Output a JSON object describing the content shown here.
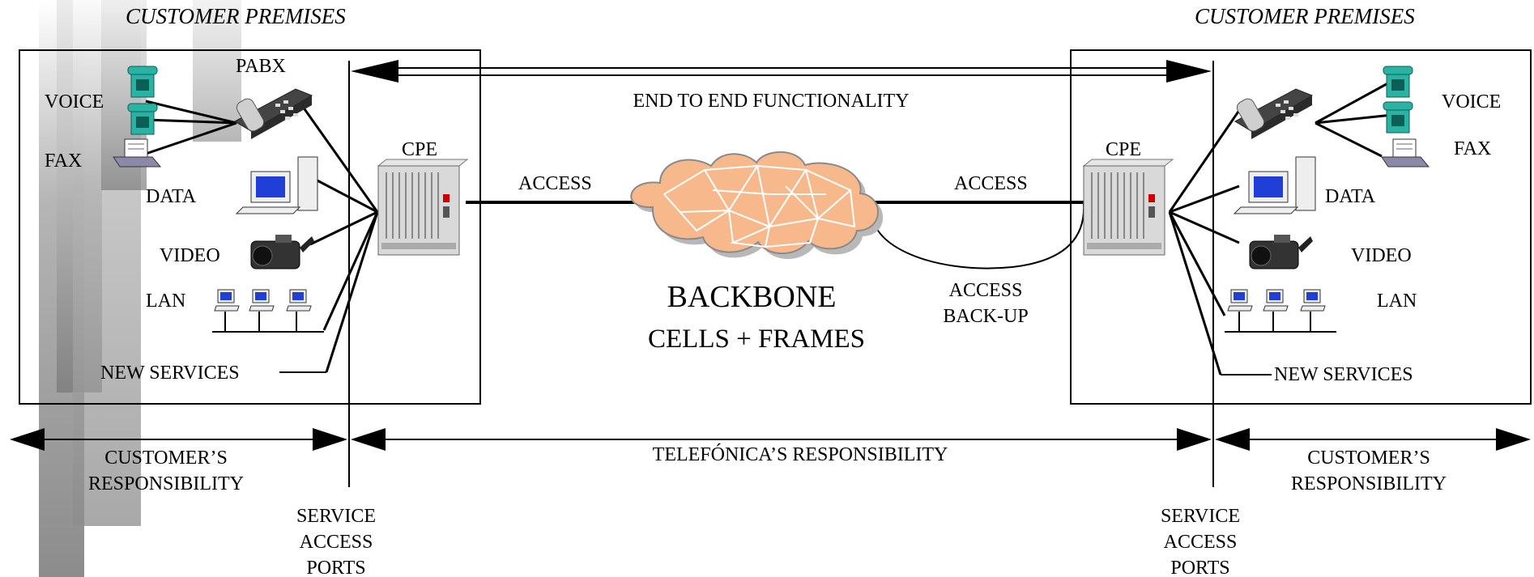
{
  "left": {
    "premises_title": "CUSTOMER PREMISES",
    "pabx": "PABX",
    "voice": "VOICE",
    "fax": "FAX",
    "data": "DATA",
    "video": "VIDEO",
    "lan": "LAN",
    "new_services": "NEW SERVICES",
    "cpe": "CPE",
    "access": "ACCESS",
    "responsibility_line1": "CUSTOMER’S",
    "responsibility_line2": "RESPONSIBILITY",
    "sap_line1": "SERVICE",
    "sap_line2": "ACCESS",
    "sap_line3": "PORTS"
  },
  "right": {
    "premises_title": "CUSTOMER PREMISES",
    "voice": "VOICE",
    "fax": "FAX",
    "data": "DATA",
    "video": "VIDEO",
    "lan": "LAN",
    "new_services": "NEW SERVICES",
    "cpe": "CPE",
    "access": "ACCESS",
    "access_backup_line1": "ACCESS",
    "access_backup_line2": "BACK-UP",
    "responsibility_line1": "CUSTOMER’S",
    "responsibility_line2": "RESPONSIBILITY",
    "sap_line1": "SERVICE",
    "sap_line2": "ACCESS",
    "sap_line3": "PORTS"
  },
  "center": {
    "end_to_end": "END TO END FUNCTIONALITY",
    "backbone": "BACKBONE",
    "cells_frames": "CELLS + FRAMES",
    "telefonica_responsibility": "TELEFÓNICA’S  RESPONSIBILITY"
  },
  "colors": {
    "cloud_fill": "#f7b98c",
    "cloud_shadow": "#b8b8b8",
    "phone_teal": "#2ab3a3",
    "monitor_blue": "#1f3fd6",
    "gradient_dark": "#8c8c8c"
  }
}
